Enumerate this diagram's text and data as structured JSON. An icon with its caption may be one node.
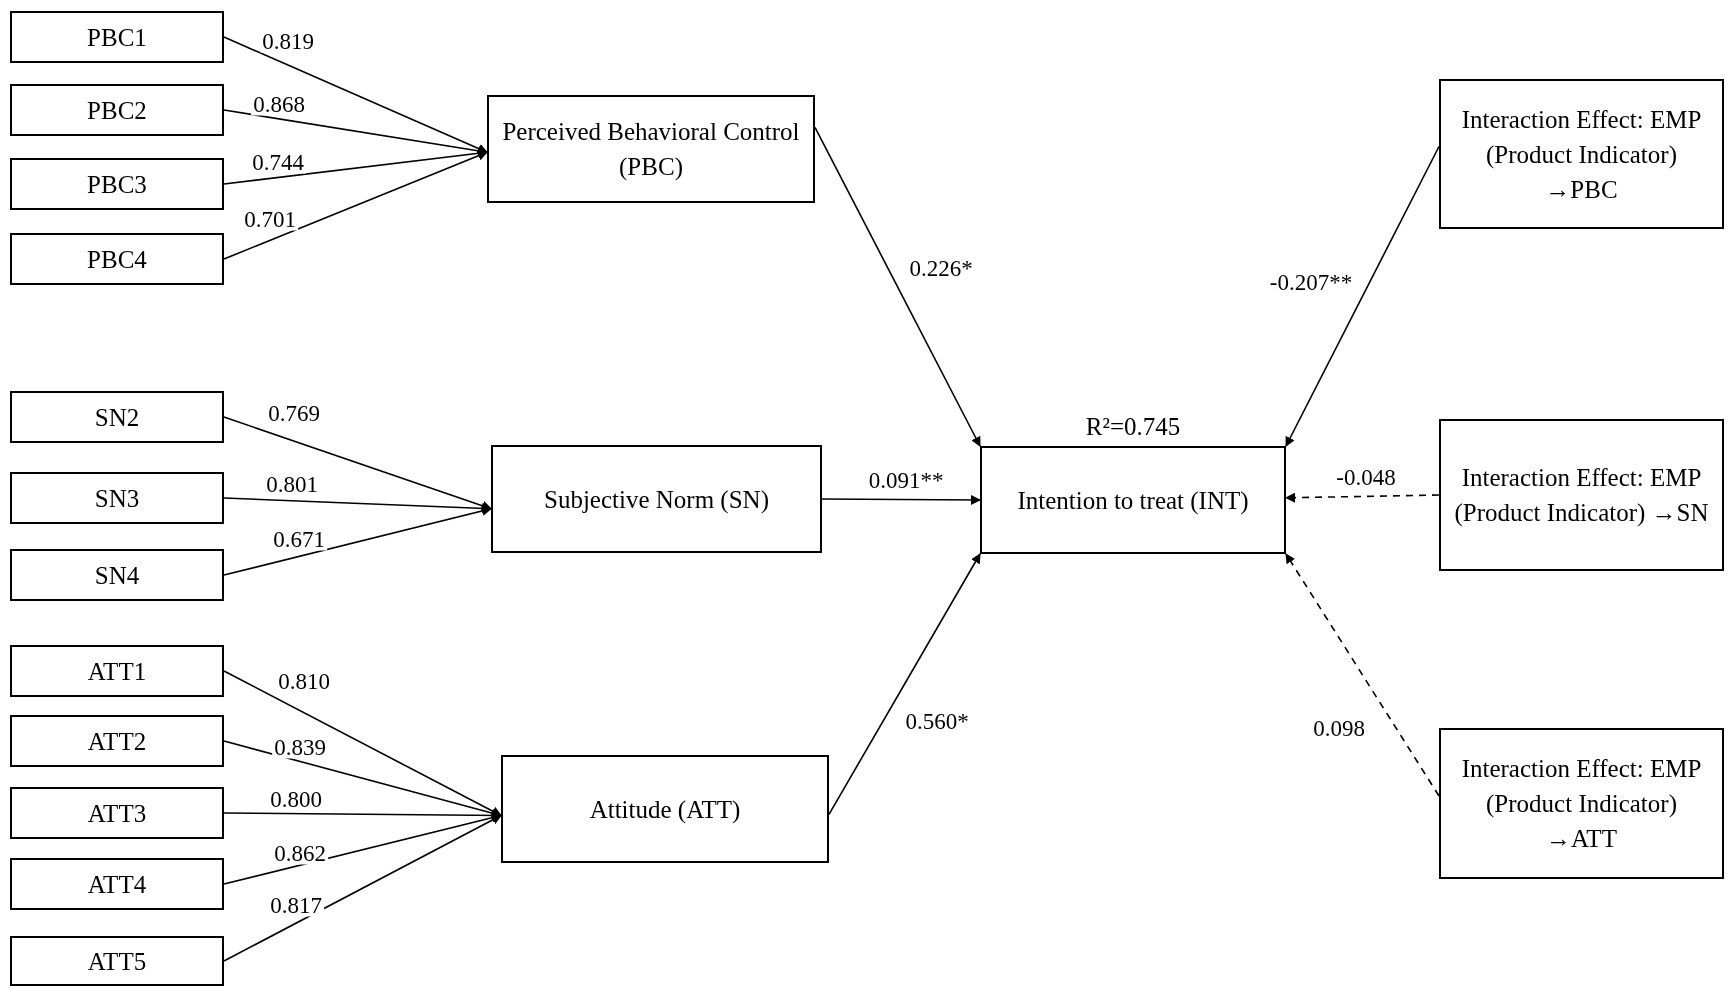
{
  "diagram": {
    "nodes": [
      {
        "text": [
          "PBC1"
        ]
      },
      {
        "text": [
          "PBC2"
        ]
      },
      {
        "text": [
          "PBC3"
        ]
      },
      {
        "text": [
          "PBC4"
        ]
      },
      {
        "text": [
          "Perceived Behavioral Control (PBC)"
        ]
      },
      {
        "text": [
          "SN2"
        ]
      },
      {
        "text": [
          "SN3"
        ]
      },
      {
        "text": [
          "SN4"
        ]
      },
      {
        "text": [
          "Subjective Norm (SN)"
        ]
      },
      {
        "text": [
          "ATT1"
        ]
      },
      {
        "text": [
          "ATT2"
        ]
      },
      {
        "text": [
          "ATT3"
        ]
      },
      {
        "text": [
          "ATT4"
        ]
      },
      {
        "text": [
          "ATT5"
        ]
      },
      {
        "text": [
          "Attitude (ATT)"
        ]
      },
      {
        "text": [
          "Intention to treat (INT)"
        ],
        "beside": [
          "R²=0.745"
        ]
      },
      {
        "text": [
          "Interaction Effect: EMP (Product Indicator) →PBC"
        ]
      },
      {
        "text": [
          "Interaction Effect: EMP (Product Indicator) →SN"
        ]
      },
      {
        "text": [
          "Interaction Effect: EMP (Product Indicator) →ATT"
        ]
      }
    ],
    "edges": [
      {
        "from": 0,
        "to": 4,
        "arrow": "to",
        "label": "0.819"
      },
      {
        "from": 1,
        "to": 4,
        "arrow": "to",
        "label": "0.868"
      },
      {
        "from": 2,
        "to": 4,
        "arrow": "to",
        "label": "0.744"
      },
      {
        "from": 3,
        "to": 4,
        "arrow": "to",
        "label": "0.701"
      },
      {
        "from": 5,
        "to": 8,
        "arrow": "to",
        "label": "0.769"
      },
      {
        "from": 6,
        "to": 8,
        "arrow": "to",
        "label": "0.801"
      },
      {
        "from": 7,
        "to": 8,
        "arrow": "to",
        "label": "0.671"
      },
      {
        "from": 9,
        "to": 14,
        "arrow": "to",
        "label": "0.810"
      },
      {
        "from": 10,
        "to": 14,
        "arrow": "to",
        "label": "0.839"
      },
      {
        "from": 11,
        "to": 14,
        "arrow": "to",
        "label": "0.800"
      },
      {
        "from": 12,
        "to": 14,
        "arrow": "to",
        "label": "0.862"
      },
      {
        "from": 13,
        "to": 14,
        "arrow": "to",
        "label": "0.817"
      },
      {
        "from": 4,
        "to": 15,
        "arrow": "to",
        "label": "0.226*"
      },
      {
        "from": 8,
        "to": 15,
        "arrow": "to",
        "label": "0.091**"
      },
      {
        "from": 14,
        "to": 15,
        "arrow": "to",
        "label": "0.560*"
      },
      {
        "from": 16,
        "to": 15,
        "arrow": "to",
        "label": "-0.207**"
      },
      {
        "from": 17,
        "to": 15,
        "arrow": "to",
        "label": "-0.048",
        "style": "dashed"
      },
      {
        "from": 18,
        "to": 15,
        "arrow": "to",
        "label": "0.098",
        "style": "dashed"
      }
    ]
  }
}
